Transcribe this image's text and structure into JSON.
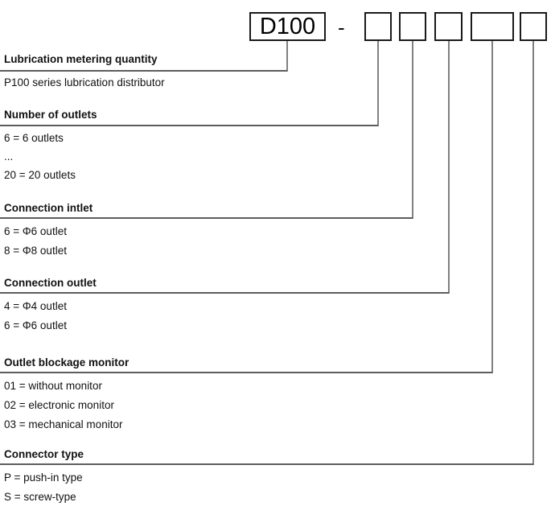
{
  "diagram": {
    "title_code": "D100",
    "separator": "-",
    "placeholder_boxes": 5,
    "colors": {
      "box_border": "#1a1a1a",
      "leader_line": "#808080",
      "rule": "#3a3a3a",
      "text": "#111111",
      "background": "#ffffff"
    }
  },
  "sections": [
    {
      "id": "lubrication-metering-quantity",
      "heading": "Lubrication metering quantity",
      "items": [
        "P100 series lubrication distributor"
      ]
    },
    {
      "id": "number-of-outlets",
      "heading": "Number of outlets",
      "items": [
        "6 = 6 outlets",
        "...",
        "20 = 20 outlets"
      ]
    },
    {
      "id": "connection-intlet",
      "heading": "Connection intlet",
      "items": [
        "6 = Φ6 outlet",
        "8 = Φ8 outlet"
      ]
    },
    {
      "id": "connection-outlet",
      "heading": "Connection outlet",
      "items": [
        "4 = Φ4 outlet",
        "6 = Φ6 outlet"
      ]
    },
    {
      "id": "outlet-blockage-monitor",
      "heading": "Outlet blockage monitor",
      "items": [
        "01 = without monitor",
        "02 = electronic monitor",
        "03 = mechanical monitor"
      ]
    },
    {
      "id": "connector-type",
      "heading": "Connector type",
      "items": [
        "P = push-in type",
        "S = screw-type"
      ]
    }
  ]
}
